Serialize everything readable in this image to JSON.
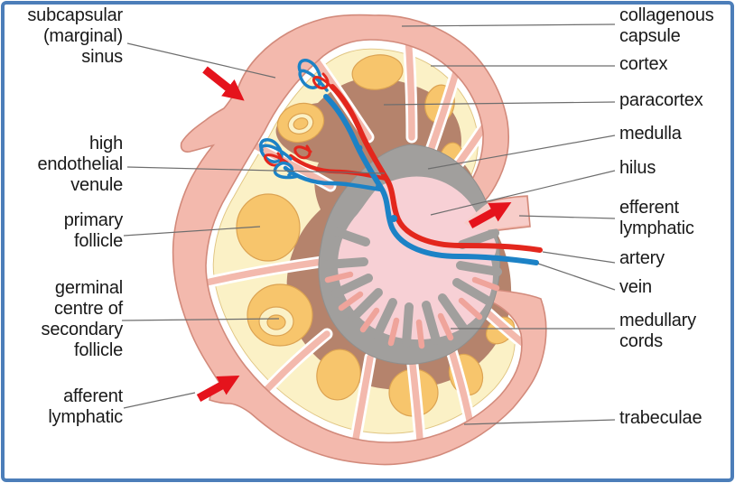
{
  "labels": {
    "left": [
      {
        "id": "subcapsular-marginal-sinus",
        "lines": [
          "subcapsular",
          "(marginal)",
          "sinus"
        ]
      },
      {
        "id": "high-endothelial-venule",
        "lines": [
          "high",
          "endothelial",
          "venule"
        ]
      },
      {
        "id": "primary-follicle",
        "lines": [
          "primary",
          "follicle"
        ]
      },
      {
        "id": "germinal-centre-of-secondary-follicle",
        "lines": [
          "germinal",
          "centre of",
          "secondary",
          "follicle"
        ]
      },
      {
        "id": "afferent-lymphatic",
        "lines": [
          "afferent",
          "lymphatic"
        ]
      }
    ],
    "right": [
      {
        "id": "collagenous-capsule",
        "lines": [
          "collagenous",
          "capsule"
        ]
      },
      {
        "id": "cortex",
        "lines": [
          "cortex"
        ]
      },
      {
        "id": "paracortex",
        "lines": [
          "paracortex"
        ]
      },
      {
        "id": "medulla",
        "lines": [
          "medulla"
        ]
      },
      {
        "id": "hilus",
        "lines": [
          "hilus"
        ]
      },
      {
        "id": "efferent-lymphatic",
        "lines": [
          "efferent",
          "lymphatic"
        ]
      },
      {
        "id": "artery",
        "lines": [
          "artery"
        ]
      },
      {
        "id": "vein",
        "lines": [
          "vein"
        ]
      },
      {
        "id": "medullary-cords",
        "lines": [
          "medullary",
          "cords"
        ]
      },
      {
        "id": "trabeculae",
        "lines": [
          "trabeculae"
        ]
      }
    ]
  },
  "arrows": [
    {
      "name": "afferent-flow-arrow-top"
    },
    {
      "name": "afferent-flow-arrow-bottom"
    },
    {
      "name": "efferent-flow-arrow"
    }
  ],
  "colors": {
    "frame_blue": "#4C7EB9",
    "capsule_pink": "#F3B9AD",
    "capsule_outline": "#D28A7B",
    "cortex_cream": "#FBF1C6",
    "cream_outline": "#E0C583",
    "germinal_orange": "#F7C56C",
    "germinal_outline": "#DCA352",
    "paracortex_brown": "#B5836C",
    "medulla_gray": "#A19F9D",
    "sinus_pink": "#F7D0D5",
    "medullary_cord_salmon": "#EFA49B",
    "efferent_tube_pink": "#F7CDC9",
    "artery_red": "#E3271D",
    "vein_blue": "#1C82C6",
    "arrow_red": "#E5131C",
    "leader_gray": "#6E6E6E",
    "text_black": "#191919"
  }
}
